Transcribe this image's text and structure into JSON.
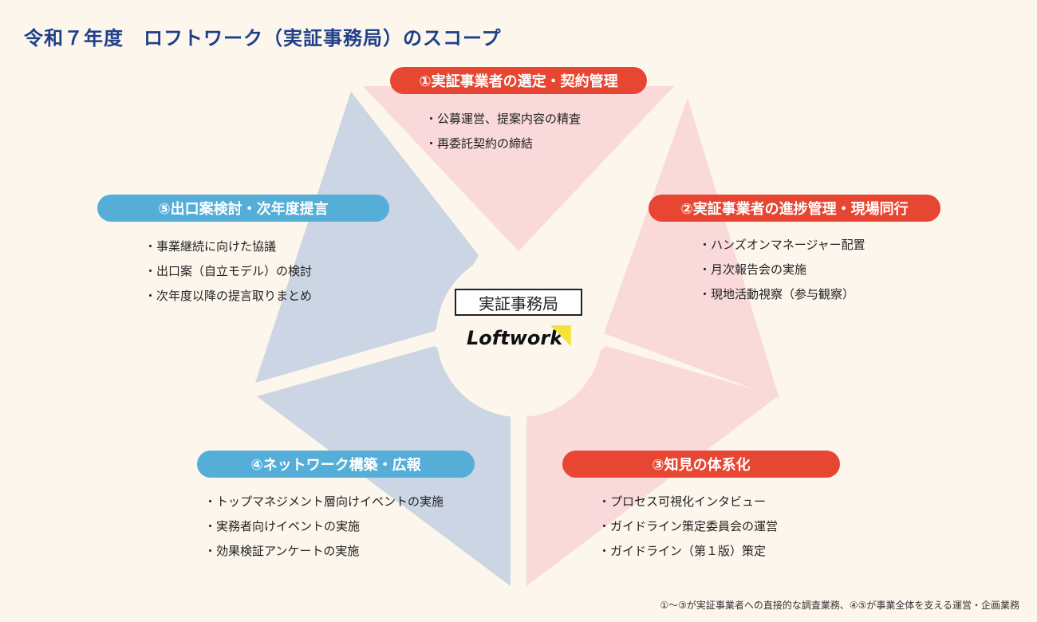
{
  "title": "令和７年度　ロフトワーク（実証事務局）のスコープ",
  "center": {
    "label": "実証事務局",
    "logo_text": "Loftwork"
  },
  "sections": [
    {
      "heading": "①実証事業者の選定・契約管理",
      "items": [
        "公募運営、提案内容の精査",
        "再委託契約の締結"
      ]
    },
    {
      "heading": "②実証事業者の進捗管理・現場同行",
      "items": [
        "ハンズオンマネージャー配置",
        "月次報告会の実施",
        "現地活動視察（参与観察）"
      ]
    },
    {
      "heading": "③知見の体系化",
      "items": [
        "プロセス可視化インタビュー",
        "ガイドライン策定委員会の運営",
        "ガイドライン（第１版）策定"
      ]
    },
    {
      "heading": "④ネットワーク構築・広報",
      "items": [
        "トップマネジメント層向けイベントの実施",
        "実務者向けイベントの実施",
        "効果検証アンケートの実施"
      ]
    },
    {
      "heading": "⑤出口案検討・次年度提言",
      "items": [
        "事業継続に向けた協議",
        "出口案（自立モデル）の検討",
        "次年度以降の提言取りまとめ"
      ]
    }
  ],
  "footnote": "①〜③が実証事業者への直接的な調査業務、④⑤が事業全体を支える運営・企画業務",
  "colors": {
    "red": "#e64632",
    "blue": "#55aed8",
    "pink_fill": "#f9d9d9",
    "blue_fill": "#cbd5e3",
    "title": "#1f3f8a",
    "logo_accent": "#f5e23a"
  }
}
